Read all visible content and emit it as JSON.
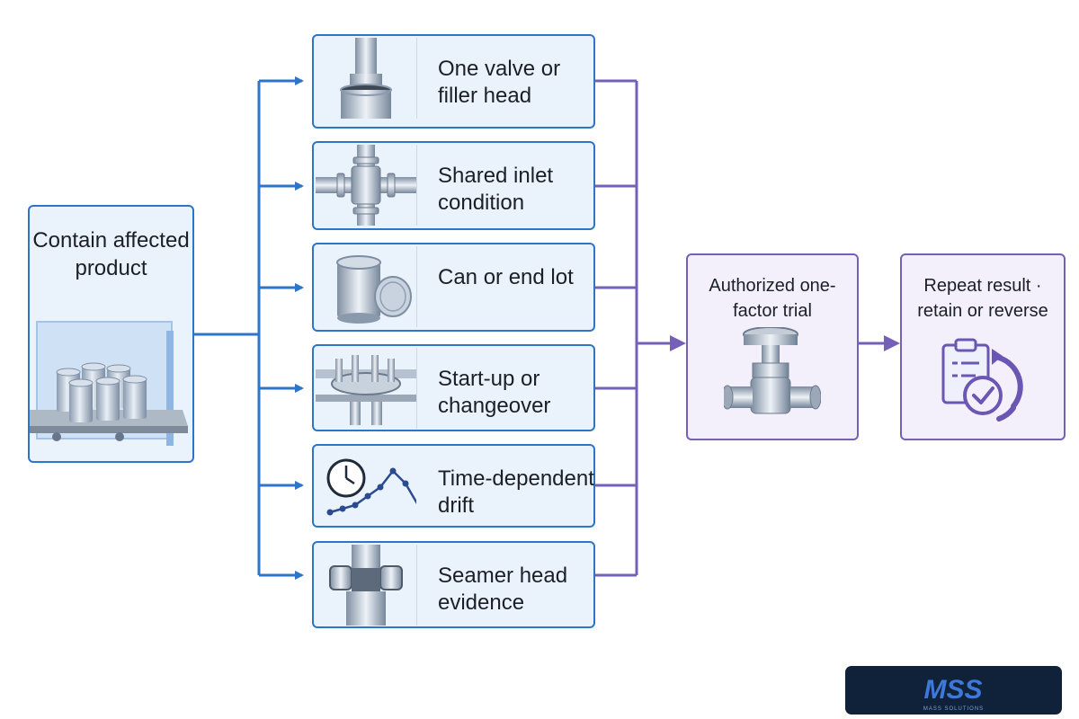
{
  "source": {
    "label": "Contain affected product",
    "icon": "conveyor-cans-guard-icon"
  },
  "causes": [
    {
      "label": "One valve or filler head",
      "icon": "filler-valve-icon"
    },
    {
      "label": "Shared inlet condition",
      "icon": "pipe-junction-icon"
    },
    {
      "label": "Can or end lot",
      "icon": "can-and-lid-icon"
    },
    {
      "label": "Start-up or changeover",
      "icon": "rotary-filler-icon"
    },
    {
      "label": "Time-dependent drift",
      "icon": "clock-trend-icon"
    },
    {
      "label": "Seamer head evidence",
      "icon": "seamer-head-icon"
    }
  ],
  "trial": {
    "label": "Authorized one-factor trial",
    "icon": "control-valve-icon"
  },
  "outcome": {
    "label": "Repeat result · retain or reverse",
    "icon": "clipboard-check-cycle-icon"
  },
  "logo": {
    "mark": "MSS",
    "tagline": "MASS SOLUTIONS"
  },
  "colors": {
    "primary_blue": "#2e74c9",
    "flow_purple": "#7560b8",
    "box_blue_fill": "#eaf3fc",
    "box_purple_fill": "#f3f0fb",
    "logo_background": "#0f2239"
  }
}
